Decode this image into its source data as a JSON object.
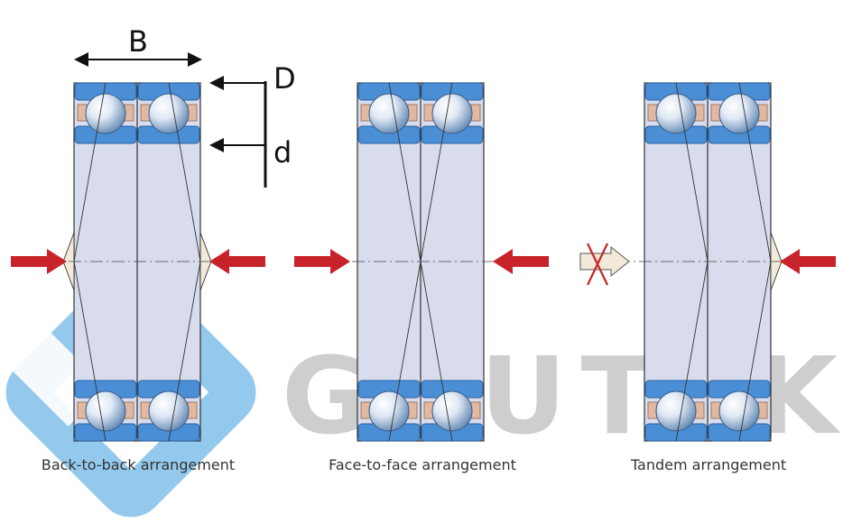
{
  "dimensions": {
    "width_label": "B",
    "outer_label": "D",
    "inner_label": "d"
  },
  "arrangements": [
    {
      "id": "back-to-back",
      "caption": "Back-to-back arrangement",
      "load": "two-sided"
    },
    {
      "id": "face-to-face",
      "caption": "Face-to-face arrangement",
      "load": "two-sided"
    },
    {
      "id": "tandem",
      "caption": "Tandem arrangement",
      "load": "one-sided"
    }
  ],
  "watermark": {
    "text": "GRUTEK"
  },
  "colors": {
    "ring_blue": "#4a8fd6",
    "ring_dark": "#2a5f9e",
    "body_fill": "#d8dced",
    "ball_light": "#dfe8f4",
    "ball_dark": "#6b8fb8",
    "cage": "#e2b8a0",
    "arrow_red": "#c8232a",
    "crossed_arrow_fill": "#f3e9d8",
    "watermark_gray": "#c9c9c9",
    "watermark_blue": "#6fb8e6"
  },
  "icons": [
    "load-arrow-icon",
    "crossed-load-arrow-icon",
    "dimension-arrow-icon"
  ]
}
